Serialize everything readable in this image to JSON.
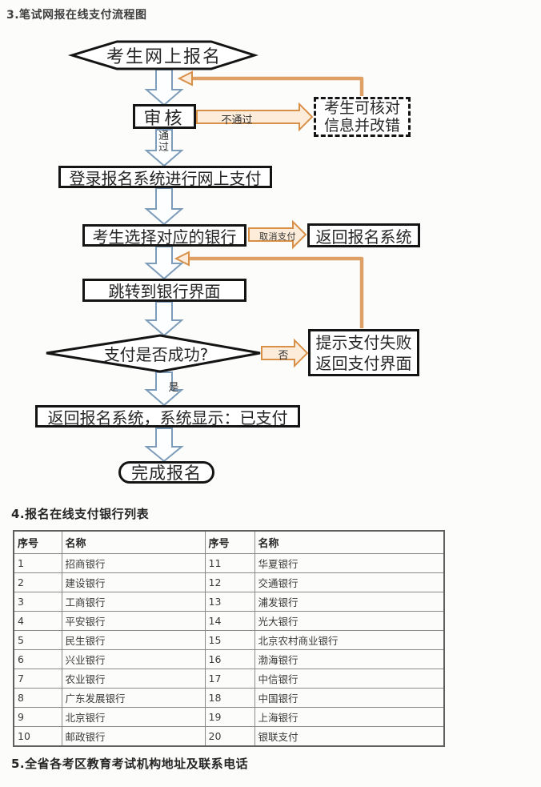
{
  "page": {
    "section3_title": "3.笔试网报在线支付流程图",
    "section4_title": "4.报名在线支付银行列表",
    "section5_title": "5.全省各考区教育考试机构地址及联系电话"
  },
  "flowchart": {
    "nodes": {
      "start": "考生网上报名",
      "review": "审核",
      "correct": "考生可核对\n信息并改错",
      "login": "登录报名系统进行网上支付",
      "select_bank": "考生选择对应的银行",
      "return_system": "返回报名系统",
      "jump_bank": "跳转到银行界面",
      "decision": "支付是否成功?",
      "fail": "提示支付失败\n返回支付界面",
      "paid": "返回报名系统，系统显示：已支付",
      "finish": "完成报名"
    },
    "edge_labels": {
      "pass": "通过",
      "reject": "不通过",
      "cancel": "取消支付",
      "no": "否",
      "yes": "是"
    },
    "colors": {
      "main_arrow_stroke": "#7d9cba",
      "main_arrow_fill": "#fdfeff",
      "alt_arrow_stroke": "#d89048",
      "alt_arrow_fill": "#fcecd9",
      "feedback_line": "#dfa066",
      "node_border": "#141414"
    }
  },
  "bank_table": {
    "headers": [
      "序号",
      "名称",
      "序号",
      "名称"
    ],
    "rows": [
      [
        "1",
        "招商银行",
        "11",
        "华夏银行"
      ],
      [
        "2",
        "建设银行",
        "12",
        "交通银行"
      ],
      [
        "3",
        "工商银行",
        "13",
        "浦发银行"
      ],
      [
        "4",
        "平安银行",
        "14",
        "光大银行"
      ],
      [
        "5",
        "民生银行",
        "15",
        "北京农村商业银行"
      ],
      [
        "6",
        "兴业银行",
        "16",
        "渤海银行"
      ],
      [
        "7",
        "农业银行",
        "17",
        "中信银行"
      ],
      [
        "8",
        "广东发展银行",
        "18",
        "中国银行"
      ],
      [
        "9",
        "北京银行",
        "19",
        "上海银行"
      ],
      [
        "10",
        "邮政银行",
        "20",
        "银联支付"
      ]
    ]
  }
}
